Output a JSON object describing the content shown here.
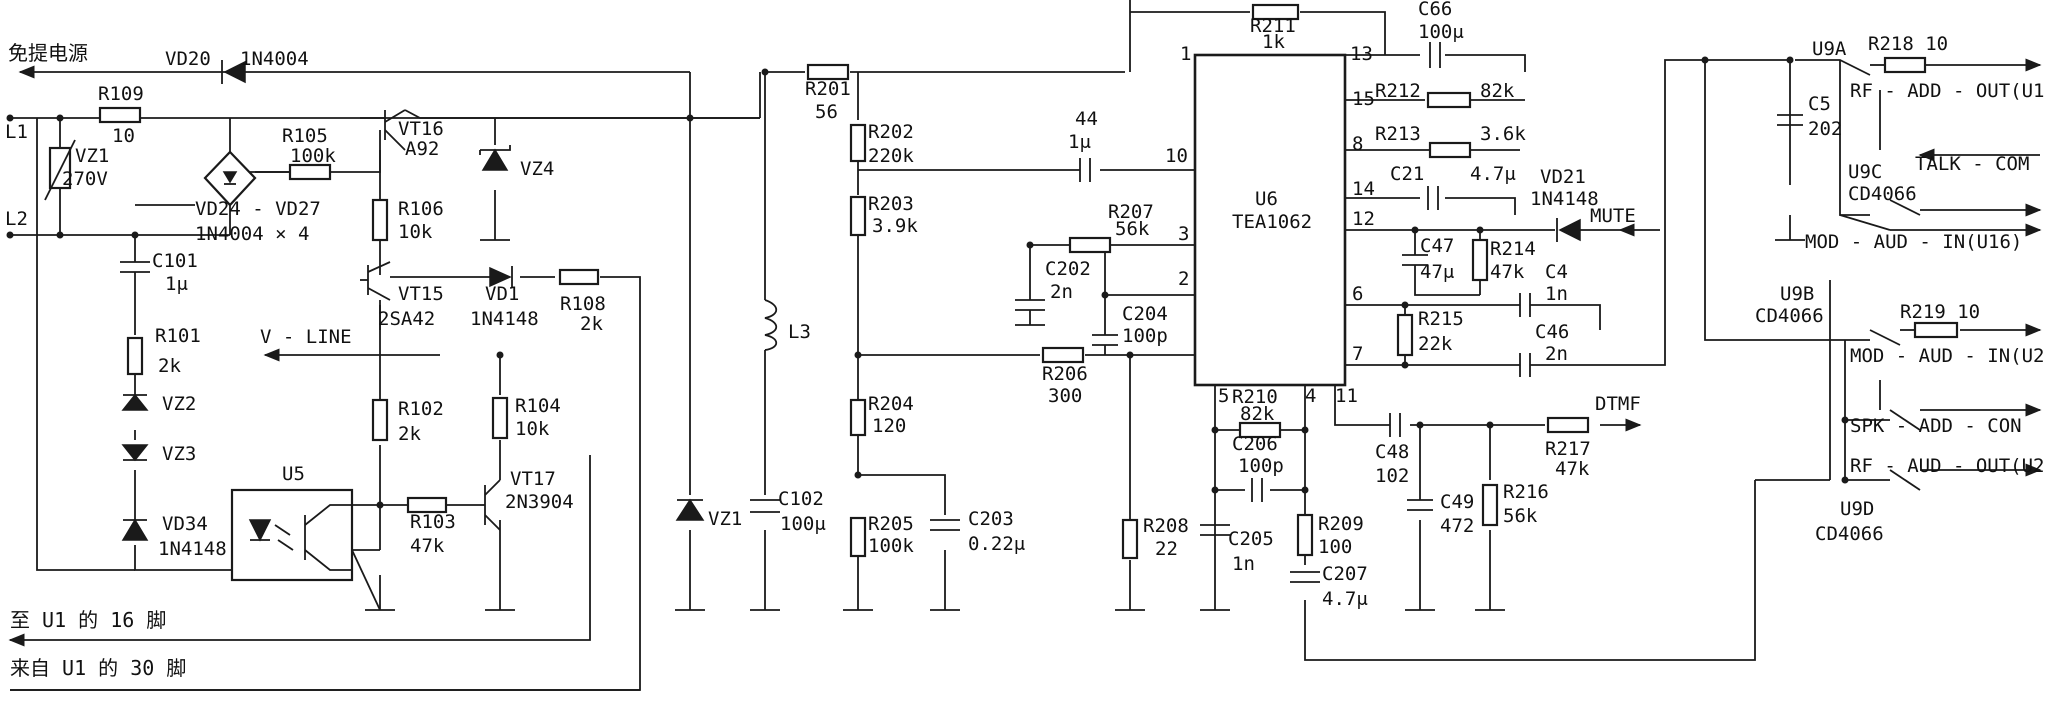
{
  "labels": {
    "mianti": "免提电源",
    "vd20": "VD20",
    "vd20_type": "1N4004",
    "l1": "L1",
    "l2": "L2",
    "r109": "R109",
    "r109_val": "10",
    "vz1_left": "VZ1",
    "vz1_left_val": "270V",
    "r105": "R105",
    "r105_val": "100k",
    "vd24": "VD24 - VD27",
    "vd24_type": "1N4004 × 4",
    "vt16": "VT16",
    "vt16_type": "A92",
    "vz4": "VZ4",
    "c101": "C101",
    "c101_val": "1μ",
    "r106": "R106",
    "r106_val": "10k",
    "vt15": "VT15",
    "vt15_type": "2SA42",
    "vd1": "VD1",
    "vd1_type": "1N4148",
    "r108": "R108",
    "r108_val": "2k",
    "vline": "V - LINE",
    "r101": "R101",
    "r101_val": "2k",
    "vz2": "VZ2",
    "vz3": "VZ3",
    "r102": "R102",
    "r102_val": "2k",
    "r104": "R104",
    "r104_val": "10k",
    "u5": "U5",
    "vt17": "VT17",
    "vt17_type": "2N3904",
    "r103": "R103",
    "r103_val": "47k",
    "vd34": "VD34",
    "vd34_type": "1N4148",
    "to_u1_16": "至 U1 的 16 脚",
    "from_u1_30": "来自 U1 的 30 脚",
    "r201": "R201",
    "r201_val": "56",
    "r202": "R202",
    "r202_val": "220k",
    "r203": "R203",
    "r203_val": "3.9k",
    "l3": "L3",
    "vz1_mid": "VZ1",
    "c102": "C102",
    "c102_val": "100μ",
    "r204": "R204",
    "r204_val": "120",
    "r205": "R205",
    "r205_val": "100k",
    "c203": "C203",
    "c203_val": "0.22μ",
    "c44": "44",
    "c44_val": "1μ",
    "r207": "R207",
    "r207_val": "56k",
    "c202": "C202",
    "c202_val": "2n",
    "c204": "C204",
    "c204_val": "100p",
    "r206": "R206",
    "r206_val": "300",
    "r208": "R208",
    "r208_val": "22",
    "c205": "C205",
    "c205_val": "1n",
    "r211": "R211",
    "r211_val": "1k",
    "u6": "U6",
    "u6_type": "TEA1062",
    "r210": "R210",
    "r210_val": "82k",
    "c206": "C206",
    "c206_val": "100p",
    "r209": "R209",
    "r209_val": "100",
    "c207": "C207",
    "c207_val": "4.7μ",
    "c66": "C66",
    "c66_val": "100μ",
    "r212": "R212",
    "r212_val": "82k",
    "r213": "R213",
    "r213_val": "3.6k",
    "c21": "C21",
    "c21_val": "4.7μ",
    "vd21": "VD21",
    "vd21_type": "1N4148",
    "mute": "MUTE",
    "c47": "C47",
    "c47_val": "47μ",
    "r214": "R214",
    "r214_val": "47k",
    "c4": "C4",
    "c4_val": "1n",
    "r215": "R215",
    "r215_val": "22k",
    "c46": "C46",
    "c46_val": "2n",
    "dtmf": "DTMF",
    "c48": "C48",
    "c48_val": "102",
    "r217": "R217",
    "r217_val": "47k",
    "c49": "C49",
    "c49_val": "472",
    "r216": "R216",
    "r216_val": "56k",
    "c5": "C5",
    "c5_val": "202",
    "u9a": "U9A",
    "r218": "R218 10",
    "rf_add_out": "RF - ADD - OUT(U1",
    "talk_com": "TALK - COM",
    "u9c": "U9C",
    "u9c_type": "CD4066",
    "mod_aud_in_16": "MOD - AUD - IN(U16)",
    "u9b": "U9B",
    "u9b_type": "CD4066",
    "r219": "R219 10",
    "mod_aud_in_2": "MOD - AUD - IN(U2",
    "spk_add_con": "SPK - ADD - CON",
    "rf_aud_out": "RF - AUD - OUT(U2",
    "u9d": "U9D",
    "u9d_type": "CD4066"
  },
  "pins": {
    "p1": "1",
    "p13": "13",
    "p15": "15",
    "p8": "8",
    "p10": "10",
    "p14": "14",
    "p12": "12",
    "p3": "3",
    "p2": "2",
    "p6": "6",
    "p7": "7",
    "p5": "5",
    "p4": "4",
    "p11": "11"
  }
}
